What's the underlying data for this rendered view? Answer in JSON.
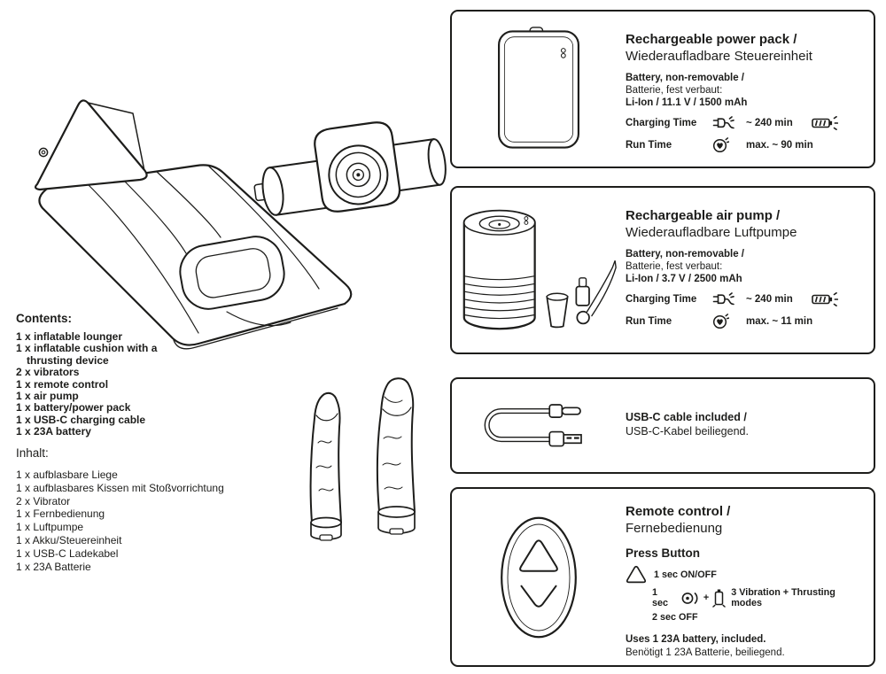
{
  "ink": "#1d1d1b",
  "contents_en": {
    "title": "Contents:",
    "items": [
      "1 x inflatable lounger",
      "1 x inflatable cushion with a thrusting device",
      "2 x vibrators",
      "1 x remote control",
      "1 x air pump",
      "1 x battery/power pack",
      "1 x USB-C charging cable",
      "1 x 23A battery"
    ]
  },
  "contents_de": {
    "title": "Inhalt:",
    "items": [
      "1 x aufblasbare Liege",
      "1 x aufblasbares Kissen mit Stoßvorrichtung",
      "2 x Vibrator",
      "1 x Fernbedienung",
      "1 x Luftpumpe",
      "1 x Akku/Steuereinheit",
      "1 x USB-C Ladekabel",
      "1 x 23A Batterie"
    ]
  },
  "power_pack_box": {
    "title_en": "Rechargeable power pack /",
    "title_de": "Wiederaufladbare Steuereinheit",
    "battery_en": "Battery, non-removable /",
    "battery_de": "Batterie, fest verbaut:",
    "battery_spec": "Li-Ion / 11.1 V / 1500 mAh",
    "charging_label": "Charging Time",
    "charging_value": "~ 240 min",
    "runtime_label": "Run Time",
    "runtime_value": "max. ~ 90 min"
  },
  "air_pump_box": {
    "title_en": "Rechargeable air pump /",
    "title_de": "Wiederaufladbare Luftpumpe",
    "battery_en": "Battery, non-removable /",
    "battery_de": "Batterie, fest verbaut:",
    "battery_spec": "Li-Ion / 3.7 V / 2500 mAh",
    "charging_label": "Charging Time",
    "charging_value": "~ 240 min",
    "runtime_label": "Run Time",
    "runtime_value": "max. ~ 11 min"
  },
  "usb_box": {
    "title_en": "USB-C cable included /",
    "title_de": "USB-C-Kabel beiliegend."
  },
  "remote_box": {
    "title_en": "Remote control /",
    "title_de": "Fernebedienung",
    "press_heading": "Press Button",
    "row1": "1 sec ON/OFF",
    "row2_prefix": "1 sec",
    "row2_plus": "+",
    "row2_text": "3 Vibration + Thrusting modes",
    "row3": "2 sec OFF",
    "note_en": "Uses 1 23A battery, included.",
    "note_de": "Benötigt 1 23A Batterie, beiliegend."
  }
}
